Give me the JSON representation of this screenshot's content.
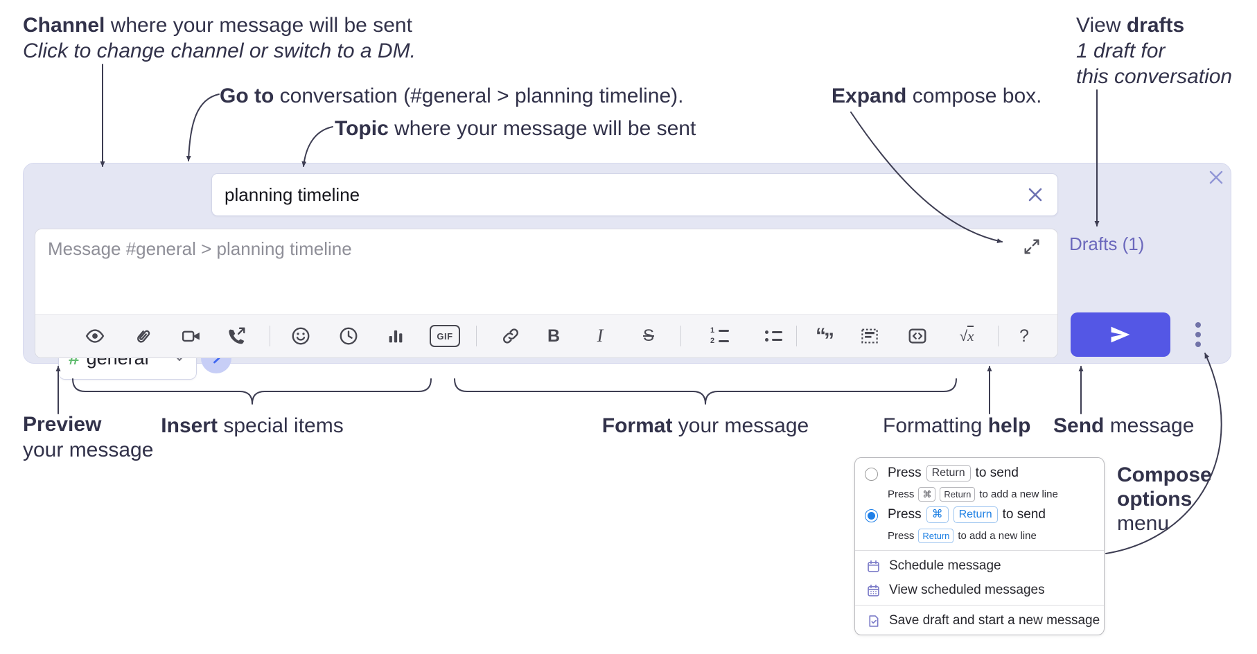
{
  "annotations": {
    "channel": {
      "bold": "Channel",
      "rest": " where your message will be sent",
      "sub": "Click to change channel or switch to a DM."
    },
    "goto": {
      "bold": "Go to",
      "rest": " conversation (#general > planning timeline)."
    },
    "topic": {
      "bold": "Topic",
      "rest": " where your message will be sent"
    },
    "expand": {
      "bold": "Expand",
      "rest": " compose box."
    },
    "drafts": {
      "pre": "View ",
      "bold": "drafts",
      "line2": "1 draft for",
      "line3": "this conversation"
    },
    "preview": {
      "bold": "Preview",
      "line2": "your message"
    },
    "insert": {
      "bold": "Insert",
      "rest": " special items"
    },
    "format": {
      "bold": "Format",
      "rest": " your message"
    },
    "help": {
      "pre": "Formatting ",
      "bold": "help"
    },
    "send": {
      "bold": "Send",
      "rest": " message"
    },
    "compose_options": {
      "bold1": "Compose",
      "bold2": "options",
      "rest": "menu"
    }
  },
  "composer": {
    "channel_hash": "#",
    "channel_name": "general",
    "topic_value": "planning timeline",
    "message_placeholder": "Message #general > planning timeline",
    "drafts_link": "Drafts (1)"
  },
  "toolbar": {
    "gif": "GIF",
    "bold": "B",
    "italic": "I",
    "strike": "S",
    "help": "?",
    "ol1": "1",
    "ol2": "2",
    "quote_open": "“",
    "quote_close": "”",
    "sqrt_radical": "√",
    "sqrt_x": "x"
  },
  "options_menu": {
    "row1": {
      "press": "Press",
      "key1": "Return",
      "after": "to send",
      "sub_press": "Press",
      "sub_key1": "⌘",
      "sub_key2": "Return",
      "sub_after": "to add a new line"
    },
    "row2": {
      "press": "Press",
      "key1": "⌘",
      "key2": "Return",
      "after": "to send",
      "sub_press": "Press",
      "sub_key1": "Return",
      "sub_after": "to add a new line"
    },
    "items": [
      {
        "label": "Schedule message"
      },
      {
        "label": "View scheduled messages"
      },
      {
        "label": "Save draft and start a new message"
      }
    ]
  },
  "colors": {
    "composer_bg": "#e4e6f3",
    "send_accent": "#5457e5",
    "drafts_link": "#6b68bc",
    "channel_green": "#5fbb6e",
    "goto_blue": "#3f66f0",
    "radio_blue": "#1e7fe8",
    "kbd_blue": "#1d7fe3",
    "menu_icon_purple": "#7b7bc8"
  }
}
